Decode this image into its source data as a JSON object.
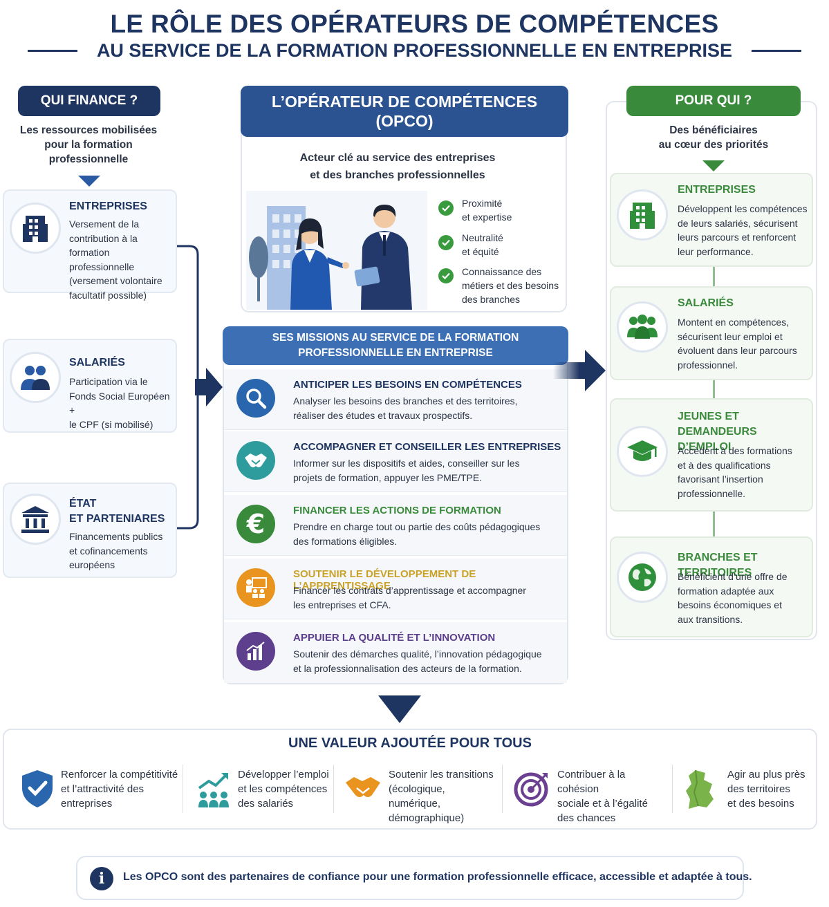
{
  "title": {
    "main": "LE RÔLE DES OPÉRATEURS DE COMPÉTENCES",
    "sub": "AU SERVICE DE LA FORMATION PROFESSIONNELLE EN ENTREPRISE"
  },
  "left": {
    "header": "QUI FINANCE ?",
    "intro": [
      "Les ressources mobilisées",
      "pour la formation",
      "professionnelle"
    ],
    "cards": [
      {
        "icon": "building-icon",
        "title": [
          "ENTREPRISES"
        ],
        "text": [
          "Versement de la",
          "contribution à la",
          "formation professionnelle",
          "(versement volontaire",
          "facultatif possible)"
        ]
      },
      {
        "icon": "people-icon",
        "title": [
          "SALARIÉS"
        ],
        "text": [
          "Participation via le",
          "Fonds Social Européen +",
          "le CPF (si mobilisé)"
        ]
      },
      {
        "icon": "bank-icon",
        "title": [
          "ÉTAT",
          "ET PARTENIARES"
        ],
        "text": [
          "Financements publics",
          "et cofinancements",
          "européens"
        ]
      }
    ]
  },
  "center": {
    "header": [
      "L’OPÉRATEUR DE COMPÉTENCES",
      "(OPCO)"
    ],
    "intro": [
      "Acteur clé au service des entreprises",
      "et des branches professionnelles"
    ],
    "checks": [
      [
        "Proximité",
        "et expertise"
      ],
      [
        "Neutralité",
        "et équité"
      ],
      [
        "Connaissance des",
        "métiers et des besoins",
        "des branches"
      ]
    ],
    "missions_header": [
      "SES MISSIONS AU SERVICE DE LA FORMATION",
      "PROFESSIONNELLE EN ENTREPRISE"
    ],
    "missions": [
      {
        "icon": "magnifier-icon",
        "title": "ANTICIPER LES BESOINS EN COMPÉTENCES",
        "text": [
          "Analyser les besoins des branches et des territoires,",
          "réaliser des études et travaux prospectifs."
        ]
      },
      {
        "icon": "handshake-icon",
        "title": "ACCOMPAGNER ET CONSEILLER LES ENTREPRISES",
        "text": [
          "Informer sur les dispositifs et aides, conseiller sur les",
          "projets de formation, appuyer les PME/TPE."
        ]
      },
      {
        "icon": "euro-icon",
        "title": "FINANCER LES ACTIONS DE FORMATION",
        "text": [
          "Prendre en charge tout ou partie des coûts pédagogiques",
          "des formations éligibles."
        ]
      },
      {
        "icon": "teacher-icon",
        "title": "SOUTENIR LE DÉVELOPPEMENT DE L’APPRENTISSAGE",
        "text": [
          "Financer les contrats d’apprentissage et accompagner",
          "les entreprises et CFA."
        ]
      },
      {
        "icon": "chart-icon",
        "title": "APPUIER LA QUALITÉ ET L’INNOVATION",
        "text": [
          "Soutenir des démarches qualité, l’innovation pédagogique",
          "et la professionnalisation des acteurs de la formation."
        ]
      }
    ]
  },
  "right": {
    "header": "POUR QUI ?",
    "intro": [
      "Des bénéficiaires",
      "au cœur des priorités"
    ],
    "cards": [
      {
        "icon": "building-icon",
        "title": [
          "ENTREPRISES"
        ],
        "text": [
          "Développent les compétences",
          "de leurs salariés, sécurisent",
          "leurs parcours et renforcent",
          "leur performance."
        ]
      },
      {
        "icon": "group-icon",
        "title": [
          "SALARIÉS"
        ],
        "text": [
          "Montent en compétences,",
          "sécurisent leur emploi et",
          "évoluent dans leur parcours",
          "professionnel."
        ]
      },
      {
        "icon": "graduation-cap-icon",
        "title": [
          "JEUNES ET DEMANDEURS",
          "D’EMPLOI"
        ],
        "text": [
          "Accèdent à des formations",
          "et à des qualifications",
          "favorisant l’insertion",
          "professionnelle."
        ]
      },
      {
        "icon": "globe-icon",
        "title": [
          "BRANCHES ET TERRITOIRES"
        ],
        "text": [
          "Bénéficient d’une offre de",
          "formation adaptée aux",
          "besoins économiques et",
          "aux transitions."
        ]
      }
    ]
  },
  "value": {
    "header": "UNE VALEUR AJOUTÉE POUR TOUS",
    "items": [
      {
        "icon": "shield-check-icon",
        "text": [
          "Renforcer la compétitivité",
          "et l’attractivité des",
          "entreprises"
        ]
      },
      {
        "icon": "growth-people-icon",
        "text": [
          "Développer l’emploi",
          "et les compétences",
          "des salariés"
        ]
      },
      {
        "icon": "handshake-icon",
        "text": [
          "Soutenir les transitions",
          "(écologique, numérique,",
          "démographique)"
        ]
      },
      {
        "icon": "target-icon",
        "text": [
          "Contribuer à la cohésion",
          "sociale et à l’égalité",
          "des chances"
        ]
      },
      {
        "icon": "map-icon",
        "text": [
          "Agir au plus près",
          "des territoires",
          "et des besoins"
        ]
      }
    ]
  },
  "footer": {
    "icon": "info-icon",
    "text": "Les OPCO sont des partenaires de confiance pour une formation professionnelle efficace, accessible et adaptée à tous."
  },
  "colors": {
    "navy": "#1f3561",
    "blue": "#2a5aa3",
    "green": "#3a8a3c",
    "gold": "#c9a227",
    "purple": "#5d3f8e",
    "teal": "#2e9c9c",
    "orange": "#e8941f"
  }
}
